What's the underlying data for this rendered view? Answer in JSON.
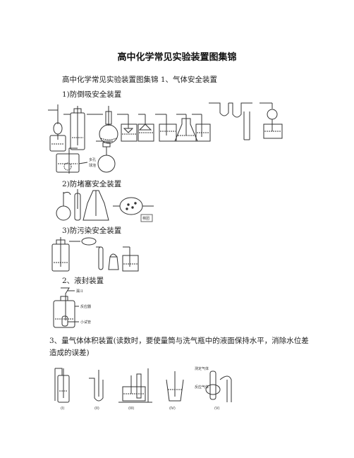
{
  "document": {
    "title": "高中化学常见实验装置图集锦",
    "intro": "高中化学常见实验装置图集锦 1、气体安全装置",
    "sections": [
      {
        "heading": "1)防倒吸安全装置"
      },
      {
        "heading": "2)防堵塞安全装置"
      },
      {
        "heading": "3)防污染安全装置"
      },
      {
        "heading": "2、液封装置"
      },
      {
        "heading": "3、量气体体积装置(读数时，要使量筒与洗气瓶中的液面保持水平，消除水位差造成的误差)"
      }
    ],
    "figure_labels": {
      "porous_bulb": [
        "多孔",
        "球泡"
      ],
      "cotton": "棉团",
      "funnel": "漏斗",
      "reaction_vessel": "反应器",
      "small_tube": "小试管",
      "gas_to_measure": "测定气体",
      "gas_to_measure2": "反应气体",
      "apparatus_numbers": [
        "(I)",
        "(II)",
        "(III)",
        "(IV)",
        "(V)"
      ]
    }
  }
}
